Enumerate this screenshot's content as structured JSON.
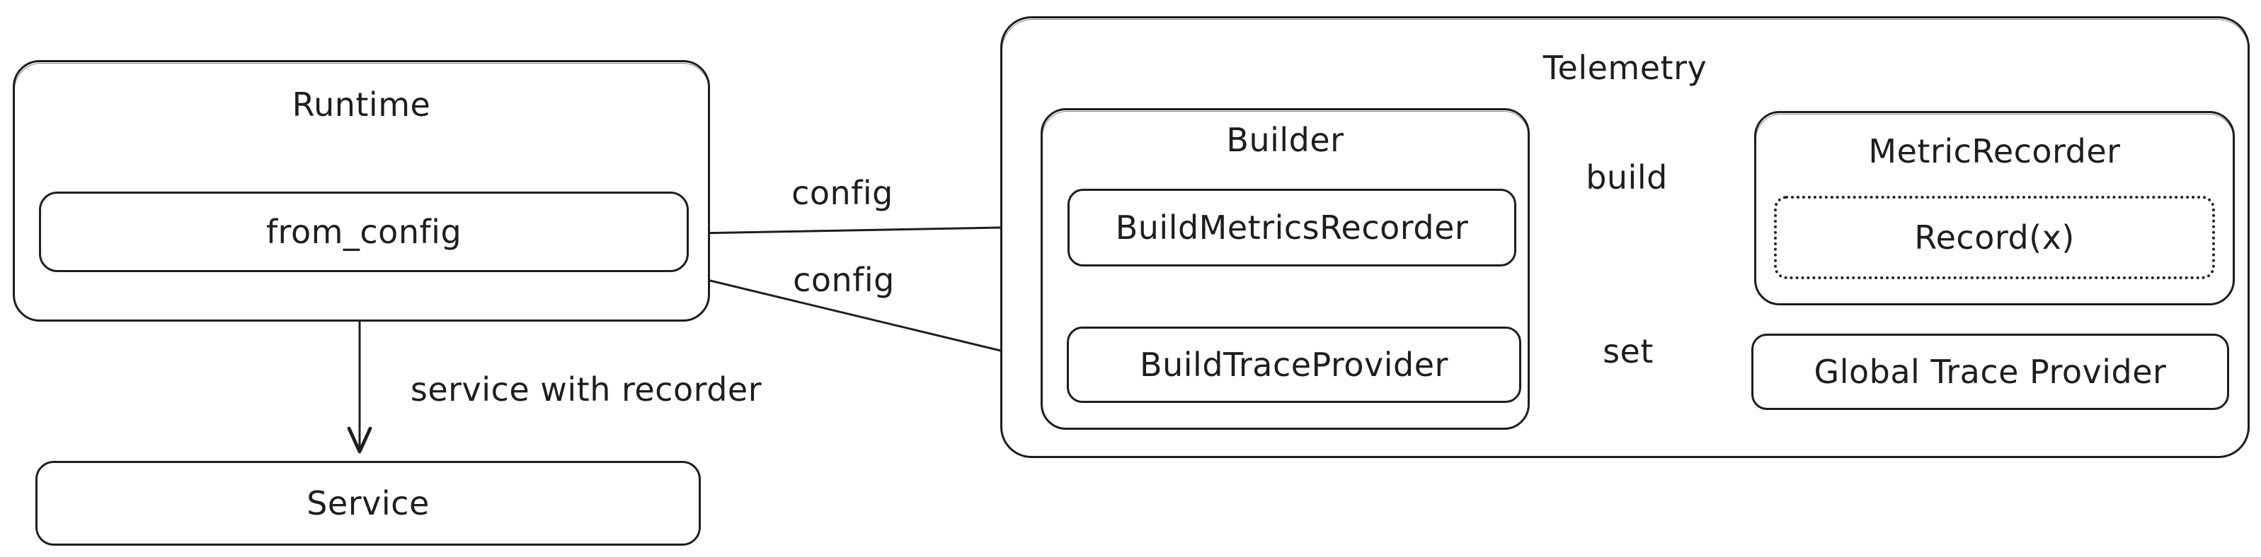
{
  "diagram": {
    "background": "#ffffff",
    "stroke_color": "#1e1e1e",
    "style": "hand-drawn flowchart"
  },
  "nodes": {
    "runtime": {
      "label": "Runtime"
    },
    "from_config": {
      "label": "from_config"
    },
    "service": {
      "label": "Service"
    },
    "telemetry": {
      "label": "Telemetry"
    },
    "builder": {
      "label": "Builder"
    },
    "build_metrics_recorder": {
      "label": "BuildMetricsRecorder"
    },
    "build_trace_provider": {
      "label": "BuildTraceProvider"
    },
    "metric_recorder": {
      "label": "MetricRecorder"
    },
    "record": {
      "label": "Record(x)",
      "border": "dotted"
    },
    "global_trace_provider": {
      "label": "Global Trace Provider"
    }
  },
  "edges": {
    "config_to_metrics": {
      "label": "config",
      "from": "from_config",
      "to": "build_metrics_recorder"
    },
    "config_to_trace": {
      "label": "config",
      "from": "from_config",
      "to": "build_trace_provider"
    },
    "build": {
      "label": "build",
      "from": "build_metrics_recorder",
      "to": "metric_recorder"
    },
    "set": {
      "label": "set",
      "from": "build_trace_provider",
      "to": "global_trace_provider"
    },
    "service_with_recorder": {
      "label": "service with recorder",
      "from": "from_config",
      "to": "service"
    }
  }
}
